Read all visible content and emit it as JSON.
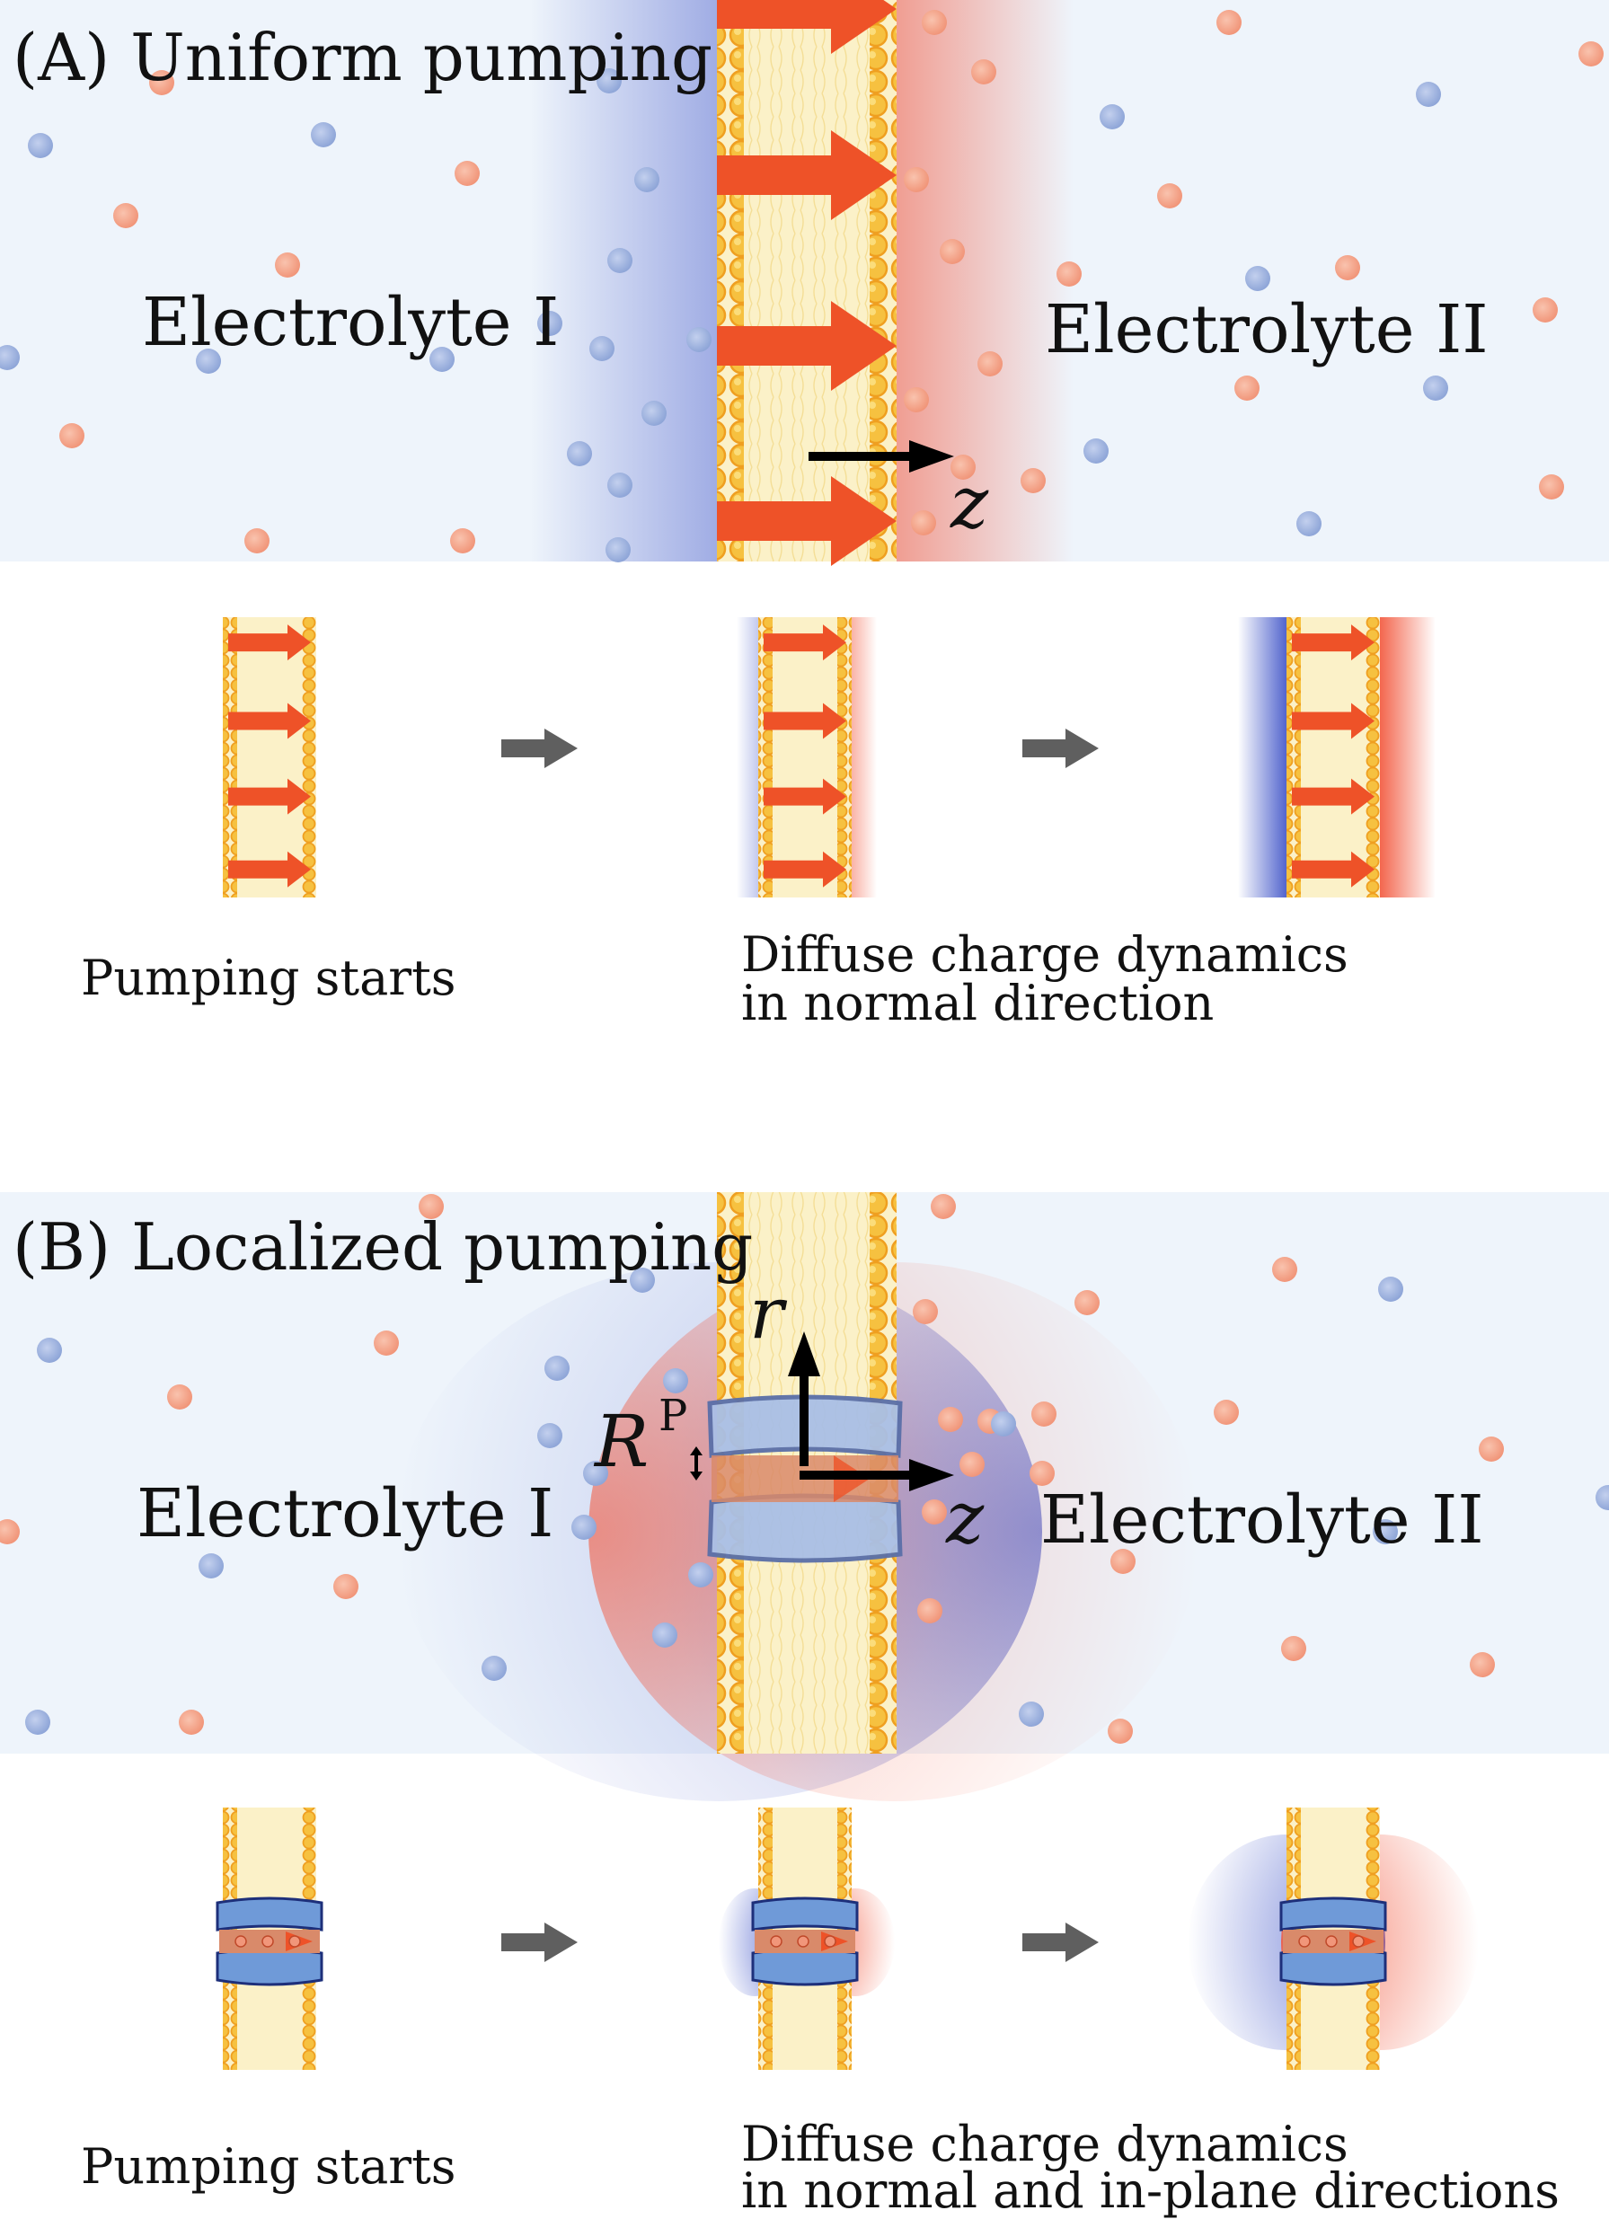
{
  "panel_a": {
    "title": "(A) Uniform pumping",
    "left_label": "Electrolyte I",
    "right_label": "Electrolyte II",
    "axis_z": "z",
    "caption_start": "Pumping starts",
    "caption_dynamics_line1": "Diffuse charge dynamics",
    "caption_dynamics_line2": "in normal direction"
  },
  "panel_b": {
    "title": "(B) Localized pumping",
    "left_label": "Electrolyte I",
    "right_label": "Electrolyte II",
    "axis_r": "r",
    "axis_z": "z",
    "radius_label": "R",
    "radius_sup": "P",
    "caption_start": "Pumping starts",
    "caption_dynamics_line1": "Diffuse charge dynamics",
    "caption_dynamics_line2": "in normal and in-plane directions"
  },
  "colors": {
    "background_band": "#eef4fb",
    "anion": "#8fa6d8",
    "cation": "#f1967a",
    "pump_arrow": "#ee5228",
    "membrane_fill": "#fbf1c8",
    "lipid_head": "#f6c140",
    "lipid_edge": "#ef9f20",
    "channel_fill": "#a9bfe6",
    "channel_edge": "#5a6fa8",
    "negative_cloud": "#3f54c8",
    "positive_cloud": "#f2553a",
    "process_arrow": "#5f5f5f"
  }
}
